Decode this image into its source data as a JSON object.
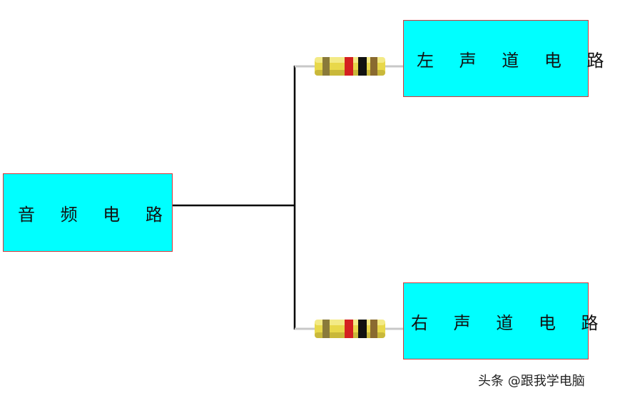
{
  "diagram": {
    "source": {
      "label": "音 频 电 路"
    },
    "left_channel": {
      "label": "左 声 道 电 路"
    },
    "right_channel": {
      "label": "右 声 道 电 路"
    },
    "colors": {
      "box_fill": "#00ffff",
      "box_border": "#d9383a",
      "wire": "#000000",
      "lead": "#c8c8c8",
      "resistor_body": "#e8d84a",
      "bands": [
        "#8a7a3a",
        "#d42020",
        "#111111",
        "#8a6a30"
      ]
    }
  },
  "watermark": "头条 @跟我学电脑"
}
